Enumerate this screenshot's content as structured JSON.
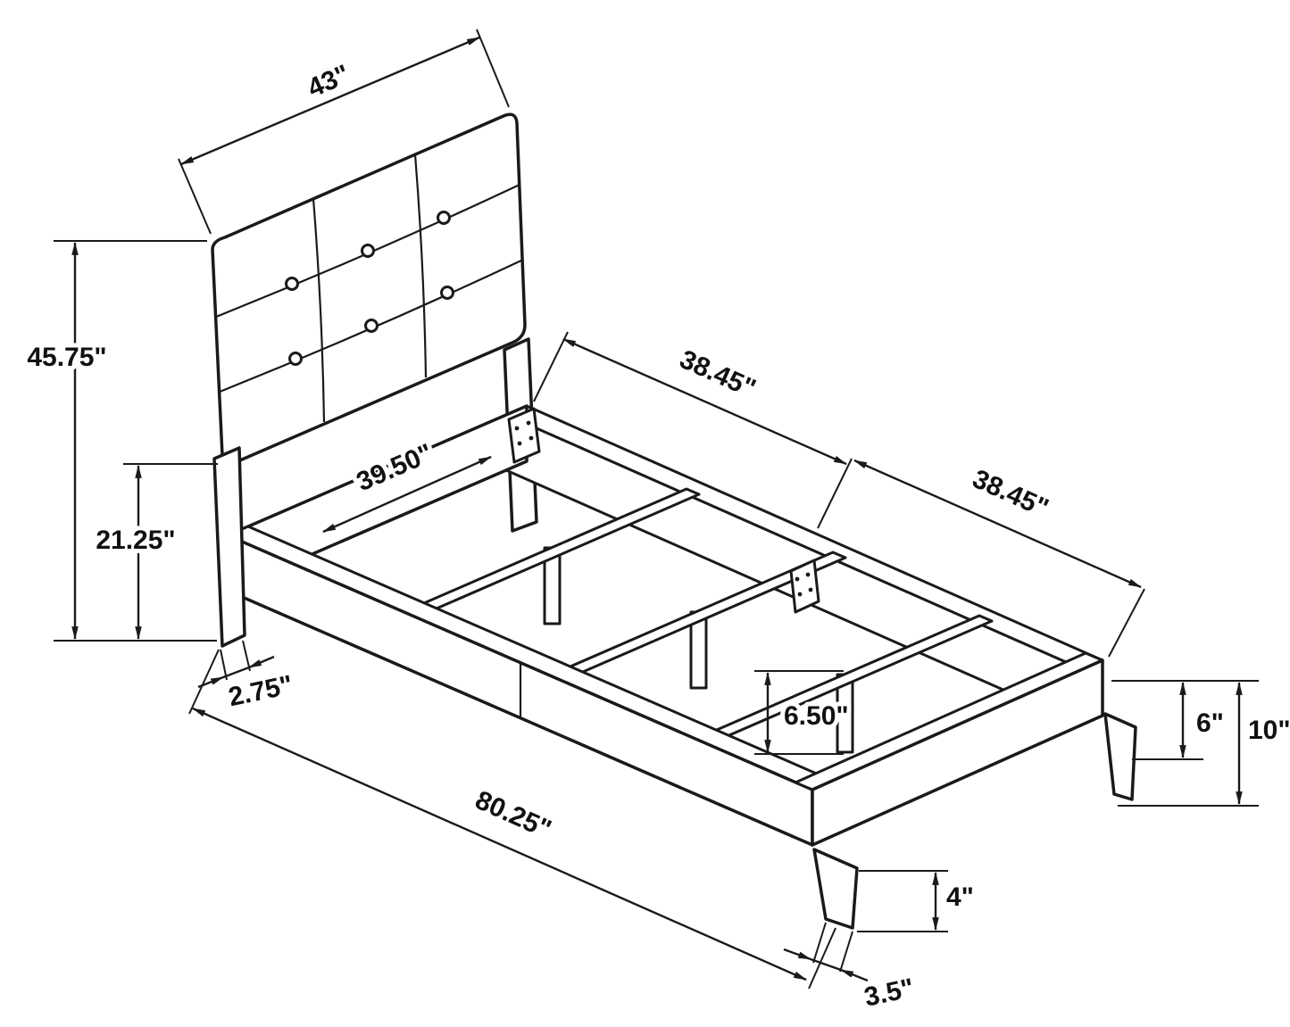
{
  "title": "Upholstered twin bed frame assembly dimension diagram",
  "colors": {
    "line": "#1a1a1a",
    "background": "#ffffff"
  },
  "dimensions": {
    "headboard_width": "43\"",
    "headboard_height": "45.75\"",
    "headboard_leg_to_floor": "21.25\"",
    "headboard_leg_width": "2.75\"",
    "inner_width": "39.50\"",
    "rail_section_a": "38.45\"",
    "rail_section_b": "38.45\"",
    "slat_support_height": "6.50\"",
    "overall_length": "80.25\"",
    "side_rail_height": "6\"",
    "overall_frame_height": "10\"",
    "foot_leg_height": "4\"",
    "foot_leg_bottom_width": "3.5\""
  }
}
